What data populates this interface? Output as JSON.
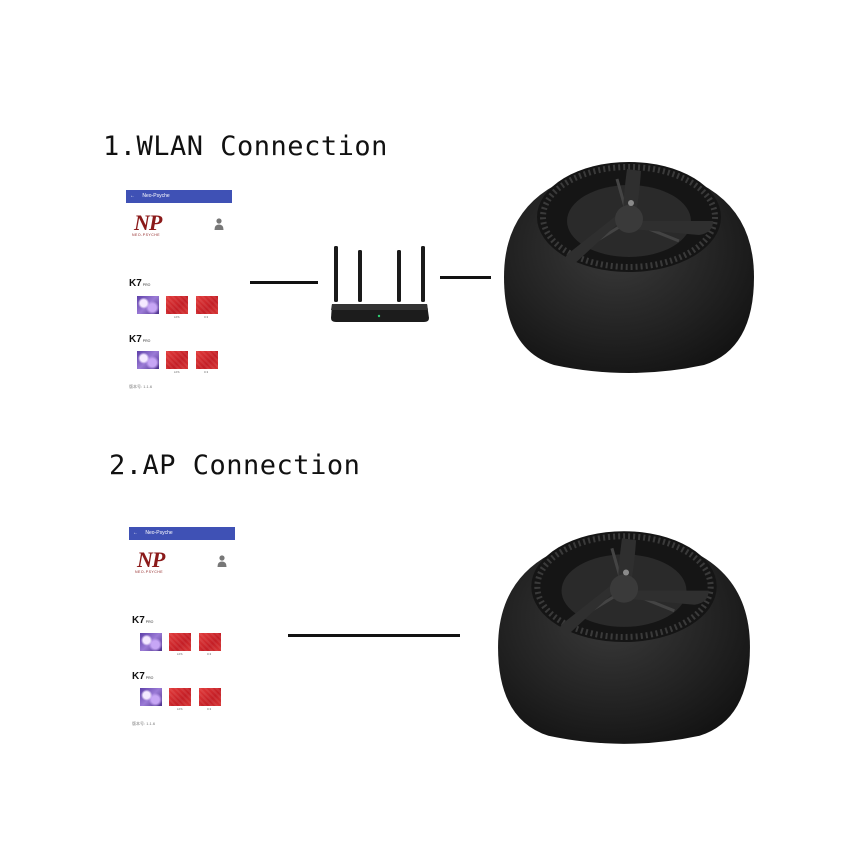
{
  "sections": [
    {
      "title": "1.WLAN Connection"
    },
    {
      "title": "2.AP Connection"
    }
  ],
  "phone": {
    "appbar_back": "←",
    "appbar_title": "Neo-Psyche",
    "logo_text": "NP",
    "logo_subtitle": "NEO-PSYCHE",
    "group_label": "K7",
    "group_sub": "PRO",
    "thumb_captions": [
      "",
      "LFS",
      "0.3"
    ],
    "version": "版本号: 1.1.6"
  },
  "icons": {
    "person": "person-icon",
    "router": "router-icon",
    "pump": "aquarium-wavemaker-pump"
  },
  "colors": {
    "appbar": "#3f51b5",
    "logo": "#8b1a1a",
    "pump": "#1d1d1d",
    "line": "#111111"
  }
}
